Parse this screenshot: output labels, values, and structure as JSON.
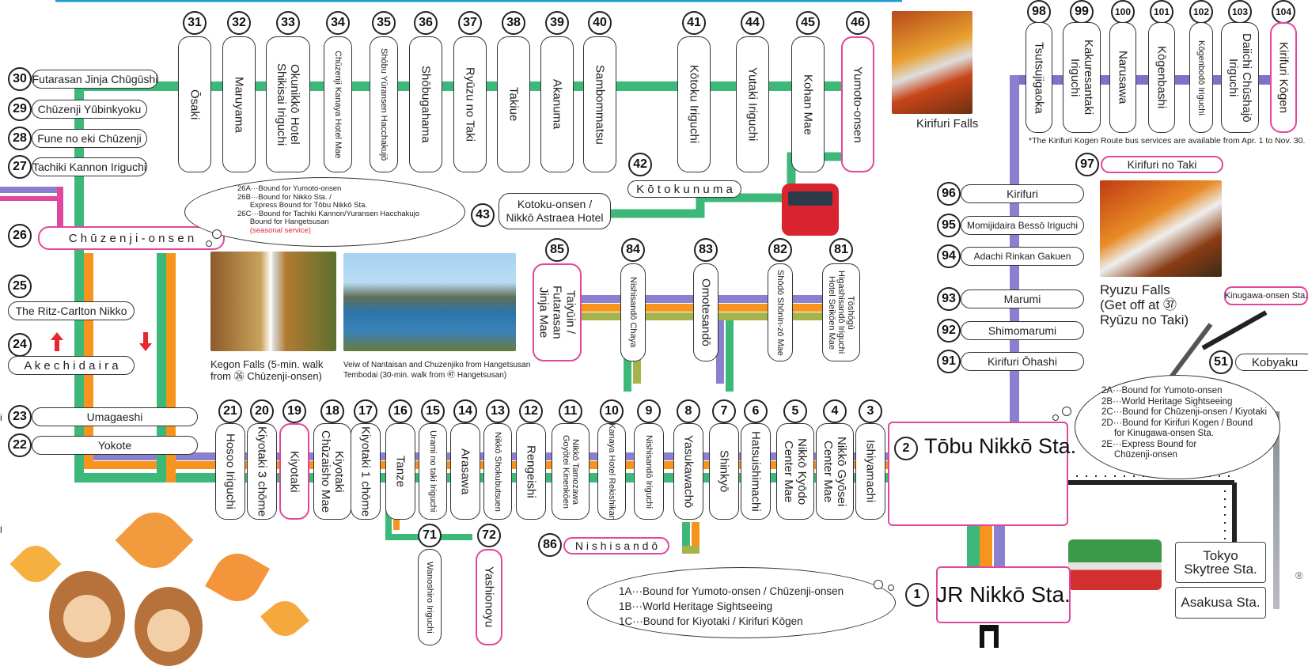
{
  "colors": {
    "green": "#3cb878",
    "orange": "#f7941d",
    "purple": "#8b7fd0",
    "olive": "#a5b34a",
    "pink": "#e0479e",
    "red": "#e8262f",
    "kogen": "#7f70c9"
  },
  "top_stops": [
    {
      "num": "31",
      "name": "Ōsaki"
    },
    {
      "num": "32",
      "name": "Maruyama"
    },
    {
      "num": "33",
      "name": "Okunikkō Hotel\nShikisai Iriguchi"
    },
    {
      "num": "34",
      "name": "Chūzenji Kanaya Hotel Mae"
    },
    {
      "num": "35",
      "name": "Shōbu Yūransen Hacchakujō"
    },
    {
      "num": "36",
      "name": "Shōbugahama"
    },
    {
      "num": "37",
      "name": "Ryūzu no Taki"
    },
    {
      "num": "38",
      "name": "Takiue"
    },
    {
      "num": "39",
      "name": "Akanuma"
    },
    {
      "num": "40",
      "name": "Sambommatsu"
    },
    {
      "num": "41",
      "name": "Kōtoku Iriguchi"
    },
    {
      "num": "44",
      "name": "Yutaki Iriguchi"
    },
    {
      "num": "45",
      "name": "Kohan Mae"
    },
    {
      "num": "46",
      "name": "Yumoto-onsen"
    }
  ],
  "left_stops": [
    {
      "num": "30",
      "name": "Futarasan Jinja Chūgūshi"
    },
    {
      "num": "29",
      "name": "Chūzenji Yūbinkyoku"
    },
    {
      "num": "28",
      "name": "Fune no eki Chūzenji"
    },
    {
      "num": "27",
      "name": "Tachiki Kannon Iriguchi"
    },
    {
      "num": "26",
      "name": "C h ū z e n j i - o n s e n"
    },
    {
      "num": "25",
      "name": "The Ritz-Carlton Nikko"
    },
    {
      "num": "24",
      "name": "A k e c h i d a i r a"
    },
    {
      "num": "23",
      "name": "Umagaeshi"
    },
    {
      "num": "22",
      "name": "Yokote"
    }
  ],
  "lower_stops": [
    {
      "num": "21",
      "name": "Hosoo Iriguchi"
    },
    {
      "num": "20",
      "name": "Kiyotaki 3 chōme"
    },
    {
      "num": "19",
      "name": "Kiyotaki"
    },
    {
      "num": "18",
      "name": "Kiyotaki\nChūzaisho Mae"
    },
    {
      "num": "17",
      "name": "Kiyotaki 1 chōme"
    },
    {
      "num": "16",
      "name": "Tanze"
    },
    {
      "num": "15",
      "name": "Urami no taki Iriguchi"
    },
    {
      "num": "14",
      "name": "Arasawa"
    },
    {
      "num": "13",
      "name": "Nikkō Shokubutsuen"
    },
    {
      "num": "12",
      "name": "Rengeishi"
    },
    {
      "num": "11",
      "name": "Nikkō Tamozawa\nGoyōtei Kinenkōen"
    },
    {
      "num": "10",
      "name": "Kanaya Hotel Rekishikan"
    },
    {
      "num": "9",
      "name": "Nishisandō Iriguchi"
    },
    {
      "num": "8",
      "name": "Yasukawachō"
    },
    {
      "num": "7",
      "name": "Shinkyō"
    },
    {
      "num": "6",
      "name": "Hatsuishimachi"
    },
    {
      "num": "5",
      "name": "Nikkō Kyōdo\nCenter Mae"
    },
    {
      "num": "4",
      "name": "Nikkō Gyōsei\nCenter Mae"
    },
    {
      "num": "3",
      "name": "Ishiyamachi"
    }
  ],
  "mid_stops": [
    {
      "num": "85",
      "name": "Taiyūin /\nFutarasan\nJinja Mae"
    },
    {
      "num": "84",
      "name": "Nishisandō Chaya"
    },
    {
      "num": "83",
      "name": "Omotesandō"
    },
    {
      "num": "82",
      "name": "Shōdō Shōnin-zō Mae"
    },
    {
      "num": "81",
      "name": "Tōshōgū\nHigashisandō Iriguchi\nHotel Seikōen Mae"
    }
  ],
  "kogen_stops": [
    {
      "num": "98",
      "name": "Tsutsujigaoka"
    },
    {
      "num": "99",
      "name": "Kakuresantaki\nIriguchi"
    },
    {
      "num": "100",
      "name": "Narusawa"
    },
    {
      "num": "101",
      "name": "Kōgenbashi"
    },
    {
      "num": "102",
      "name": "Kōgenbodō Iriguchi"
    },
    {
      "num": "103",
      "name": "Daiichi Chūshajō\nIriguchi"
    },
    {
      "num": "104",
      "name": "Kirifuri Kōgen"
    }
  ],
  "right_stops": [
    {
      "num": "97",
      "name": "Kirifuri  no  Taki"
    },
    {
      "num": "96",
      "name": "Kirifuri"
    },
    {
      "num": "95",
      "name": "Momijidaira Bessō Iriguchi"
    },
    {
      "num": "94",
      "name": "Adachi Rinkan Gakuen"
    },
    {
      "num": "93",
      "name": "Marumi"
    },
    {
      "num": "92",
      "name": "Shimomarumi"
    },
    {
      "num": "91",
      "name": "Kirifuri Ōhashi"
    }
  ],
  "misc_stops": [
    {
      "num": "42",
      "name": "K ō t o k u n u m a"
    },
    {
      "num": "43",
      "name": "Kotoku-onsen /\nNikkō Astraea Hotel"
    },
    {
      "num": "86",
      "name": "N i s h i s a n d ō"
    },
    {
      "num": "71",
      "name": "Wanoshiro Iriguchi"
    },
    {
      "num": "72",
      "name": "Yashionoyu"
    },
    {
      "num": "51",
      "name": "Kobyaku"
    }
  ],
  "stations": {
    "tobu": {
      "num": "2",
      "name": "Tōbu Nikkō Sta."
    },
    "jr": {
      "num": "1",
      "name": "JR Nikkō Sta."
    },
    "skytree": "Tokyo\nSkytree Sta.",
    "asakusa": "Asakusa Sta.",
    "kinugawa": "Kinugawa-onsen Sta."
  },
  "kogen_note": "*The Kirifuri Kogen Route bus services are available from Apr. 1 to Nov. 30.",
  "photos": {
    "kirifuri": "Kirifuri Falls",
    "ryuzu": "Ryuzu Falls\n(Get off at ㊲\nRyūzu no Taki)",
    "kegon": "Kegon Falls (5-min. walk\nfrom ㉖ Chūzenji-onsen)",
    "nantai": "Veiw of Nantaisan and Chuzenjiko from Hangetsusan\nTembodai (30-min. walk from ㊼ Hangetsusan)"
  },
  "legend26": {
    "lines": [
      "26A···Bound for Yumoto-onsen",
      "26B···Bound for Nikko Sta. /",
      "      Express Bound for Tōbu Nikkō Sta.",
      "26C···Bound for Tachiki Kannon/Yuransen Hacchakujo",
      "      Bound for Hangetsusan"
    ],
    "seasonal": "(seasonal service)"
  },
  "legend2": [
    "2A···Bound for Yumoto-onsen",
    "2B···World Heritage Sightseeing",
    "2C···Bound for Chūzenji-onsen / Kiyotaki",
    "2D···Bound for Kirifuri Kogen / Bound",
    "     for Kinugawa-onsen Sta.",
    "2E···Express Bound for",
    "     Chūzenji-onsen"
  ],
  "legend1": [
    "1A···Bound for Yumoto-onsen / Chūzenji-onsen",
    "1B···World Heritage Sightseeing",
    "1C···Bound for Kiyotaki / Kirifuri Kōgen"
  ],
  "left_fragments": [
    "i",
    "l"
  ],
  "registered": "®"
}
